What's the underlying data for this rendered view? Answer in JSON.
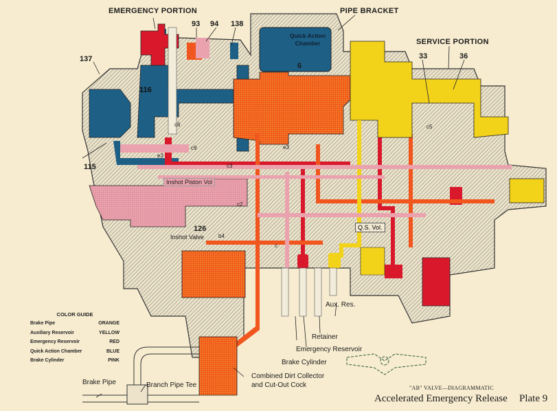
{
  "title": {
    "caption": "\"AB\" VALVE—DIAGRAMMATIC",
    "subtitle": "Accelerated Emergency Release",
    "plate": "Plate 9"
  },
  "section_labels": {
    "emergency_portion": "EMERGENCY PORTION",
    "pipe_bracket": "PIPE BRACKET",
    "service_portion": "SERVICE PORTION"
  },
  "part_numbers": {
    "n93": "93",
    "n94": "94",
    "n138": "138",
    "n137": "137",
    "n116": "116",
    "n115": "115",
    "n126": "126",
    "n6": "6",
    "n33": "33",
    "n36": "36"
  },
  "chamber_labels": {
    "quick_action_chamber": "Quick Action Chamber",
    "inshot_piston_vol": "Inshot Piston Vol",
    "inshot_valve": "Inshot Valve",
    "qs_vol": "Q.S. Vol."
  },
  "port_labels": {
    "c6": "c6",
    "c9": "c9",
    "e3a": "e3",
    "e3b": "e3",
    "c3": "c3",
    "c2": "c2",
    "c": "c",
    "b4": "b4",
    "c5": "c5"
  },
  "callouts": {
    "aux_res": "Aux. Res.",
    "retainer": "Retainer",
    "emergency_reservoir": "Emergency Reservoir",
    "brake_cylinder": "Brake Cylinder",
    "dirt_collector_line1": "Combined Dirt Collector",
    "dirt_collector_line2": "and Cut-Out Cock",
    "brake_pipe": "Brake Pipe",
    "branch_pipe_tee": "Branch Pipe Tee"
  },
  "color_guide": {
    "title": "COLOR GUIDE",
    "entries": [
      {
        "name": "Brake Pipe",
        "color_name": "ORANGE",
        "hex": "#f0561e"
      },
      {
        "name": "Auxiliary Reservoir",
        "color_name": "YELLOW",
        "hex": "#f3d21a"
      },
      {
        "name": "Emergency Reservoir",
        "color_name": "RED",
        "hex": "#d9182c"
      },
      {
        "name": "Quick Action Chamber",
        "color_name": "BLUE",
        "hex": "#1e5f86"
      },
      {
        "name": "Brake Cylinder",
        "color_name": "PINK",
        "hex": "#eaa3ae"
      }
    ]
  },
  "colors": {
    "paper": "#f7ecd0",
    "hatch": "#9a9a8a",
    "body": "#e8e0c8"
  }
}
